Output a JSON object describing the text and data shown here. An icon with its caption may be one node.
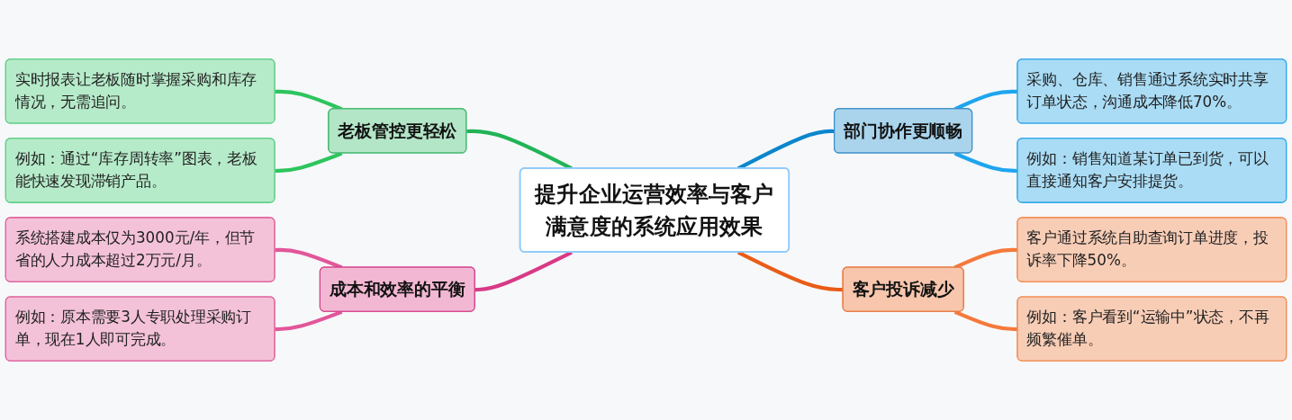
{
  "diagram": {
    "nodes": [
      {
        "text": [
          "提升企业运营效率与客户满意度的系统应用效果"
        ]
      },
      {
        "text": [
          "老板管控更轻松"
        ]
      },
      {
        "text": [
          "实时报表让老板随时掌握采购和库存情况，无需追问。"
        ]
      },
      {
        "text": [
          "例如：通过“库存周转率”图表，老板能快速发现滞销产品。"
        ]
      },
      {
        "text": [
          "成本和效率的平衡"
        ]
      },
      {
        "text": [
          "系统搭建成本仅为3000元/年，但节省的人力成本超过2万元/月。"
        ]
      },
      {
        "text": [
          "例如：原本需要3人专职处理采购订单，现在1人即可完成。"
        ]
      },
      {
        "text": [
          "部门协作更顺畅"
        ]
      },
      {
        "text": [
          "采购、仓库、销售通过系统实时共享订单状态，沟通成本降低70%。"
        ]
      },
      {
        "text": [
          "例如：销售知道某订单已到货，可以直接通知客户安排提货。"
        ]
      },
      {
        "text": [
          "客户投诉减少"
        ]
      },
      {
        "text": [
          "客户通过系统自助查询订单进度，投诉率下降50%。"
        ]
      },
      {
        "text": [
          "例如：客户看到“运输中”状态，不再频繁催单。"
        ]
      }
    ],
    "edges": [
      {
        "from": 1,
        "to": 0,
        "arrow": "none",
        "color": "#21b457"
      },
      {
        "from": 2,
        "to": 1,
        "arrow": "none",
        "color": "#2dc55e"
      },
      {
        "from": 3,
        "to": 1,
        "arrow": "none",
        "color": "#2dc55e"
      },
      {
        "from": 4,
        "to": 0,
        "arrow": "none",
        "color": "#d83a86"
      },
      {
        "from": 5,
        "to": 4,
        "arrow": "none",
        "color": "#e2569a"
      },
      {
        "from": 6,
        "to": 4,
        "arrow": "none",
        "color": "#e2569a"
      },
      {
        "from": 0,
        "to": 7,
        "arrow": "none",
        "color": "#0b86cc"
      },
      {
        "from": 7,
        "to": 8,
        "arrow": "none",
        "color": "#1ea5ef"
      },
      {
        "from": 7,
        "to": 9,
        "arrow": "none",
        "color": "#1ea5ef"
      },
      {
        "from": 0,
        "to": 10,
        "arrow": "none",
        "color": "#e85d17"
      },
      {
        "from": 10,
        "to": 11,
        "arrow": "none",
        "color": "#f5793a"
      },
      {
        "from": 10,
        "to": 12,
        "arrow": "none",
        "color": "#f5793a"
      }
    ]
  }
}
